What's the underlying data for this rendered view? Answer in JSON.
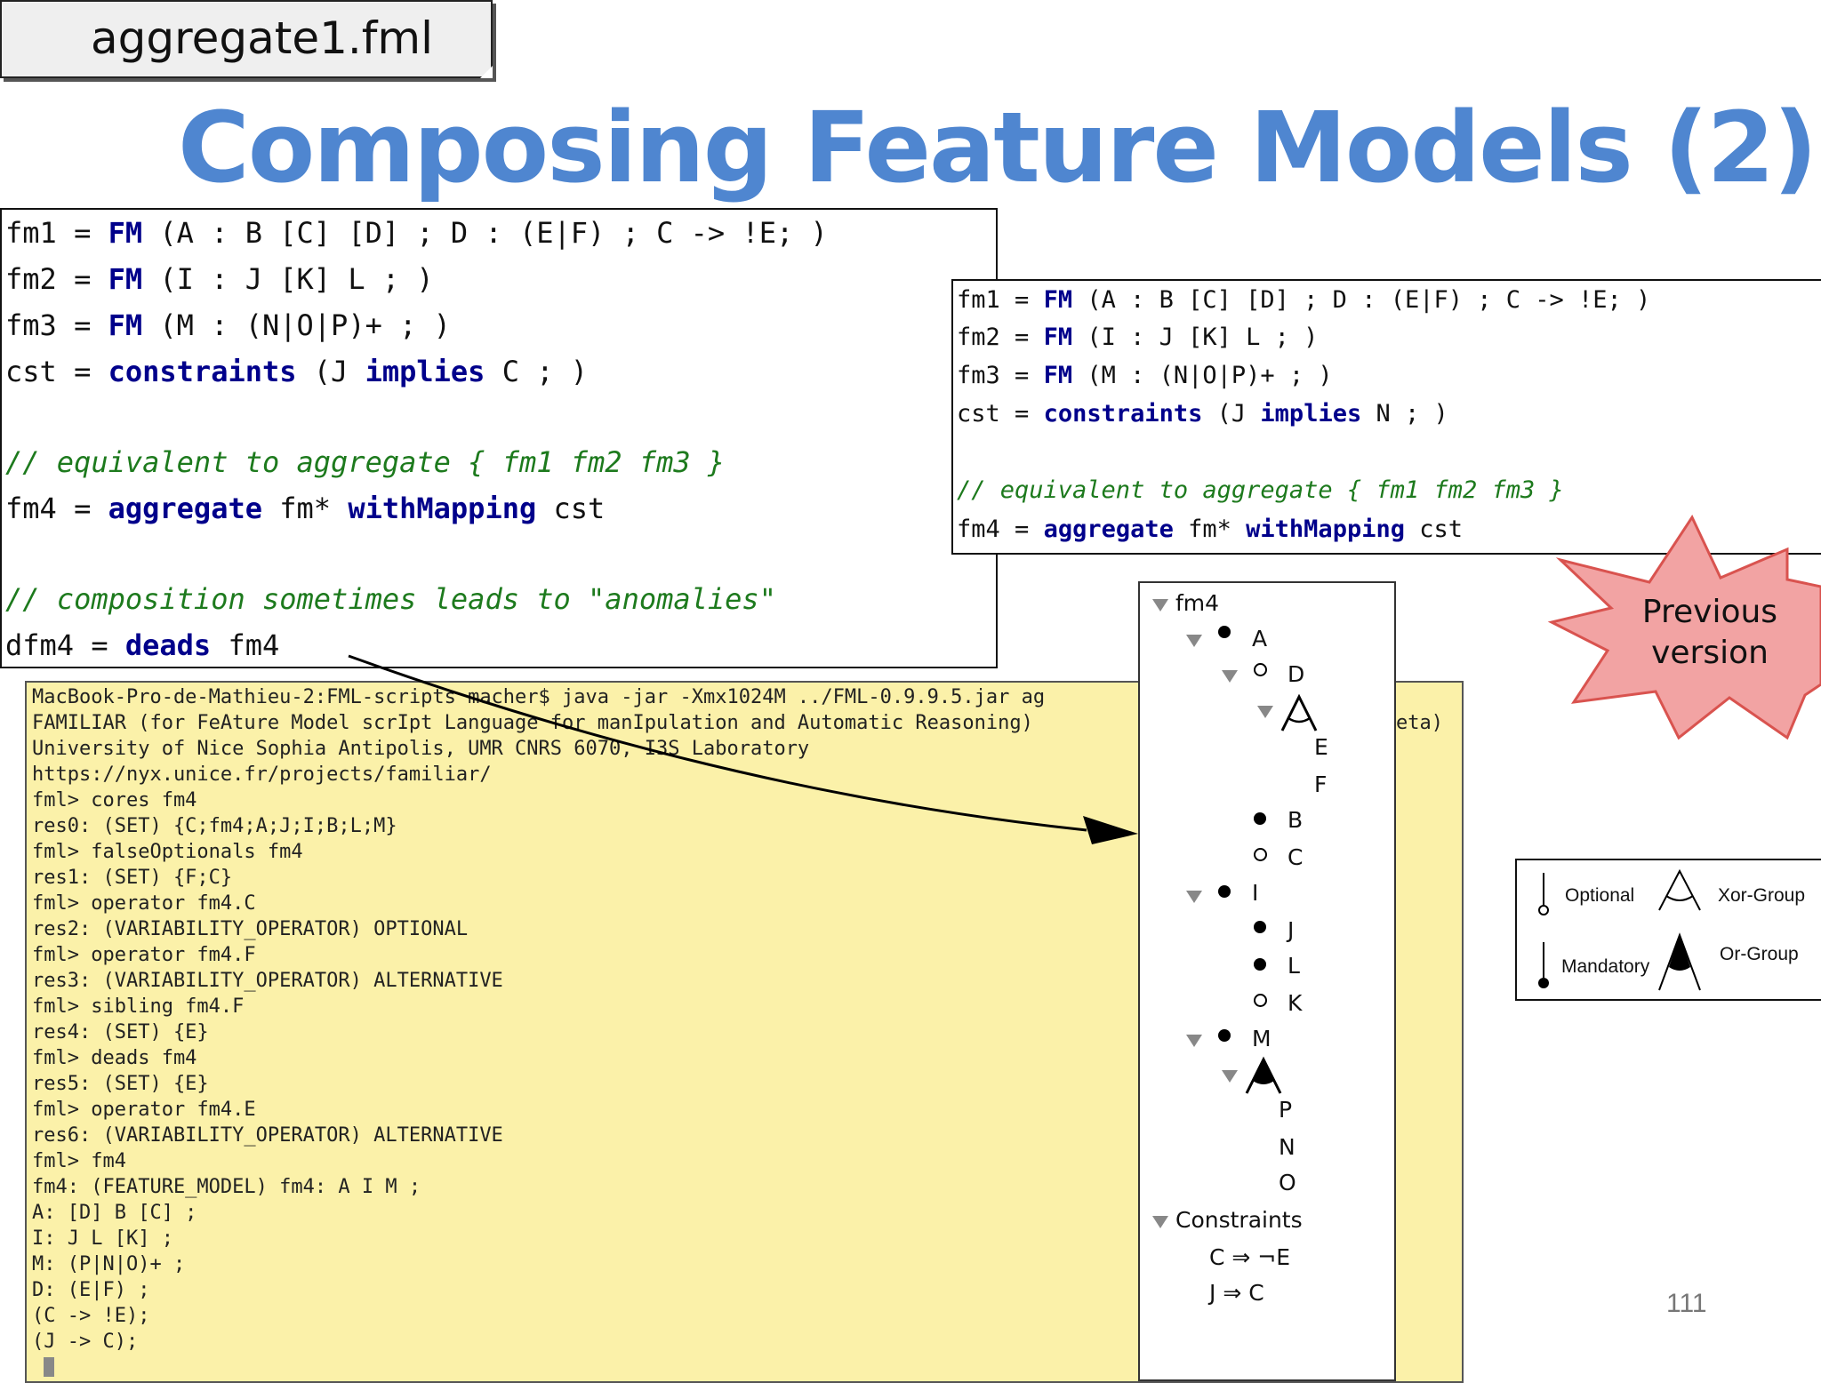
{
  "file_tab": {
    "label": "aggregate1.fml"
  },
  "title": "Composing Feature Models (2)",
  "current_code": {
    "fm1": {
      "name": "fm1",
      "kw": "FM",
      "body": "(A : B [C] [D] ; D : (E|F) ; C -> !E; )"
    },
    "fm2": {
      "name": "fm2",
      "kw": "FM",
      "body": "(I : J [K] L ; )"
    },
    "fm3": {
      "name": "fm3",
      "kw": "FM",
      "body": "(M : (N|O|P)+ ; )"
    },
    "cst": {
      "name": "cst",
      "kw": "constraints",
      "pre": "(J ",
      "kw2": "implies",
      "post": " C ; )"
    },
    "comment1": "// equivalent to aggregate { fm1 fm2 fm3 }",
    "fm4": {
      "name": "fm4",
      "kw": "aggregate",
      "mid": " fm* ",
      "kw2": "withMapping",
      "post": " cst"
    },
    "comment2": "// composition sometimes leads to \"anomalies\"",
    "dfm4": {
      "name": "dfm4",
      "kw": "deads",
      "post": " fm4"
    }
  },
  "previous_code": {
    "fm1": {
      "name": "fm1",
      "kw": "FM",
      "body": "(A : B [C] [D] ; D : (E|F) ; C -> !E; )"
    },
    "fm2": {
      "name": "fm2",
      "kw": "FM",
      "body": "(I : J [K] L ; )"
    },
    "fm3": {
      "name": "fm3",
      "kw": "FM",
      "body": "(M : (N|O|P)+ ; )"
    },
    "cst": {
      "name": "cst",
      "kw": "constraints",
      "pre": "(J ",
      "kw2": "implies",
      "post": " N ; )"
    },
    "comment1": "// equivalent to aggregate { fm1 fm2 fm3 }",
    "fm4": {
      "name": "fm4",
      "kw": "aggregate",
      "mid": " fm* ",
      "kw2": "withMapping",
      "post": " cst"
    }
  },
  "terminal": {
    "lines": [
      "MacBook-Pro-de-Mathieu-2:FML-scripts macher$ java -jar -Xmx1024M ../FML-0.9.9.5.jar ag",
      "FAMILIAR (for FeAture Model scrIpt Language for manIpulation and Automatic Reasoning)",
      "University of Nice Sophia Antipolis, UMR CNRS 6070, I3S Laboratory",
      "https://nyx.unice.fr/projects/familiar/",
      "fml> cores fm4",
      "res0: (SET) {C;fm4;A;J;I;B;L;M}",
      "fml> falseOptionals fm4",
      "res1: (SET) {F;C}",
      "fml> operator fm4.C",
      "res2: (VARIABILITY_OPERATOR) OPTIONAL",
      "fml> operator fm4.F",
      "res3: (VARIABILITY_OPERATOR) ALTERNATIVE",
      "fml> sibling fm4.F",
      "res4: (SET) {E}",
      "fml> deads fm4",
      "res5: (SET) {E}",
      "fml> operator fm4.E",
      "res6: (VARIABILITY_OPERATOR) ALTERNATIVE",
      "fml> fm4",
      "fm4: (FEATURE_MODEL) fm4: A I M ;",
      "A: [D] B [C] ;",
      "I: J L [K] ;",
      "M: (P|N|O)+ ;",
      "D: (E|F) ;",
      "(C -> !E);",
      "(J -> C);"
    ],
    "overflow_text": "eta)"
  },
  "tree": {
    "root": "fm4",
    "A": "A",
    "D": "D",
    "E": "E",
    "F": "F",
    "B": "B",
    "C": "C",
    "I": "I",
    "J": "J",
    "L": "L",
    "K": "K",
    "M": "M",
    "P": "P",
    "N": "N",
    "O": "O",
    "constraints_label": "Constraints",
    "constraint1": "C ⇒ ¬E",
    "constraint2": "J ⇒ C"
  },
  "callout": {
    "line1": "Previous",
    "line2": "version",
    "color": "#f2a3a3",
    "border": "#d9534f"
  },
  "legend": {
    "optional": "Optional",
    "mandatory": "Mandatory",
    "xor": "Xor-Group",
    "or": "Or-Group"
  },
  "page_number": "111",
  "colors": {
    "title": "#4f86d0",
    "keyword": "#00008b",
    "comment": "#1d7a1d",
    "terminal_bg": "#fbf1a9"
  }
}
